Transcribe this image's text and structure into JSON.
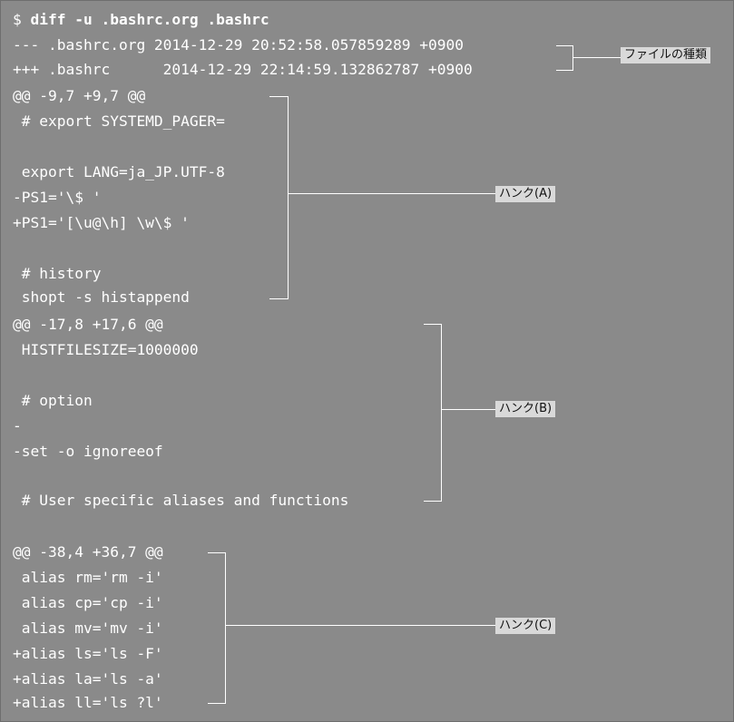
{
  "prompt": {
    "symbol": "$",
    "command": "diff -u .bashrc.org .bashrc"
  },
  "header_lines": [
    "--- .bashrc.org 2014-12-29 20:52:58.057859289 +0900",
    "+++ .bashrc      2014-12-29 22:14:59.132862787 +0900"
  ],
  "hunks": [
    {
      "lines": [
        "@@ -9,7 +9,7 @@",
        " # export SYSTEMD_PAGER=",
        "",
        " export LANG=ja_JP.UTF-8",
        "-PS1='\\$ '",
        "+PS1='[\\u@\\h] \\w\\$ '",
        "",
        " # history",
        " shopt -s histappend"
      ]
    },
    {
      "lines": [
        "@@ -17,8 +17,6 @@",
        " HISTFILESIZE=1000000",
        "",
        " # option",
        "-",
        "-set -o ignoreeof",
        "",
        " # User specific aliases and functions"
      ]
    },
    {
      "lines": [
        "@@ -38,4 +36,7 @@",
        " alias rm='rm -i'",
        " alias cp='cp -i'",
        " alias mv='mv -i'",
        "+alias ls='ls -F'",
        "+alias la='ls -a'",
        "+alias ll='ls ?l'"
      ]
    }
  ],
  "annotations": {
    "file_type": "ファイルの種類",
    "hunk_a": "ハンク(A)",
    "hunk_b": "ハンク(B)",
    "hunk_c": "ハンク(C)"
  },
  "colors": {
    "background": "#8a8a8a",
    "text": "#ffffff",
    "label_background": "#d9d9d9",
    "label_text": "#111111"
  }
}
